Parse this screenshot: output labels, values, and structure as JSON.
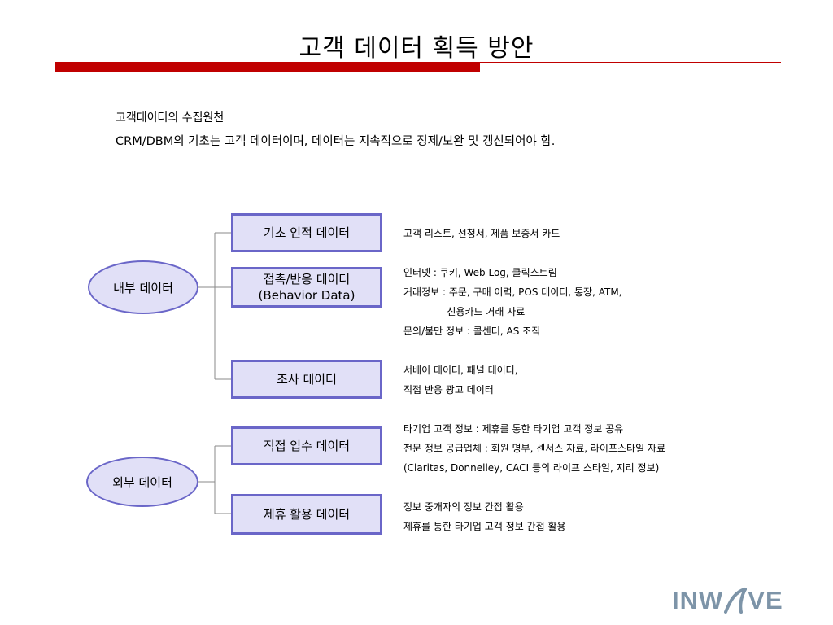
{
  "title": "고객 데이터 획득 방안",
  "subheading": "고객데이터의 수집원천",
  "summary": "CRM/DBM의 기초는 고객 데이터이며, 데이터는 지속적으로 정제/보완 및 갱신되어야 함.",
  "groups": [
    {
      "label": "내부 데이터"
    },
    {
      "label": "외부 데이터"
    }
  ],
  "categories": [
    {
      "label": "기초 인적 데이터",
      "sublabel": "",
      "desc": "고객 리스트, 선청서, 제품 보증서 카드"
    },
    {
      "label": "접촉/반응 데이터",
      "sublabel": "(Behavior Data)",
      "desc": "인터넷 : 쿠키, Web Log, 클릭스트림\n거래정보 : 주문, 구매 이력, POS 데이터, 통장, ATM,\n              신용카드 거래 자료\n문의/불만 정보 : 콜센터, AS 조직"
    },
    {
      "label": "조사 데이터",
      "sublabel": "",
      "desc": "서베이 데이터, 패널 데이터,\n직접 반응 광고 데이터"
    },
    {
      "label": "직접 입수 데이터",
      "sublabel": "",
      "desc": "타기업 고객 정보 : 제휴를 통한 타기업 고객 정보 공유\n전문 정보 공급업체 : 회원 명부, 센서스 자료, 라이프스타일 자료\n(Claritas, Donnelley, CACI 등의 라이프 스타일, 지리 정보)"
    },
    {
      "label": "제휴 활용 데이터",
      "sublabel": "",
      "desc": "정보 중개자의 정보 간접 활용\n제휴를 통한 타기업 고객 정보 간접 활용"
    }
  ],
  "logo": {
    "text_left": "INW",
    "text_right": "VE",
    "color": "#7d94a8"
  },
  "colors": {
    "accent_red": "#c00000",
    "box_border": "#6a66c8",
    "box_fill": "#e1e0f7"
  }
}
